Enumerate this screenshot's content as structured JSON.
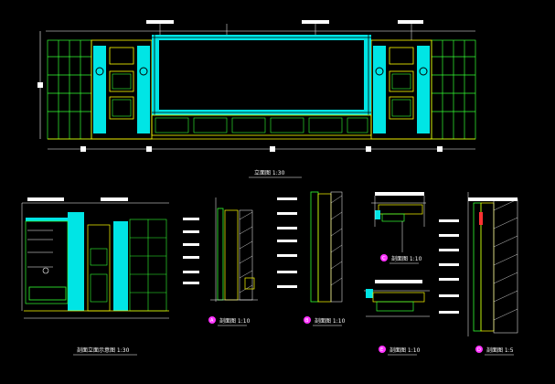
{
  "colors": {
    "background": "#000000",
    "cyan": "#00e5e5",
    "green": "#33ff33",
    "yellow": "#ffff00",
    "white": "#ffffff",
    "magenta": "#ff33ff",
    "red": "#ff3333"
  },
  "titles": {
    "main_elevation": "立面图 1:30",
    "side_elevation": "剖面立面示意图 1:30",
    "section_a": "剖面图 1:10",
    "section_b": "剖面图 1:10",
    "section_c": "剖面图 1:10",
    "section_d": "剖面图 1:5",
    "section_e": "剖面图 1:10"
  },
  "markers": {
    "a": "A",
    "b": "B",
    "c": "C",
    "d": "D",
    "e": "E"
  }
}
